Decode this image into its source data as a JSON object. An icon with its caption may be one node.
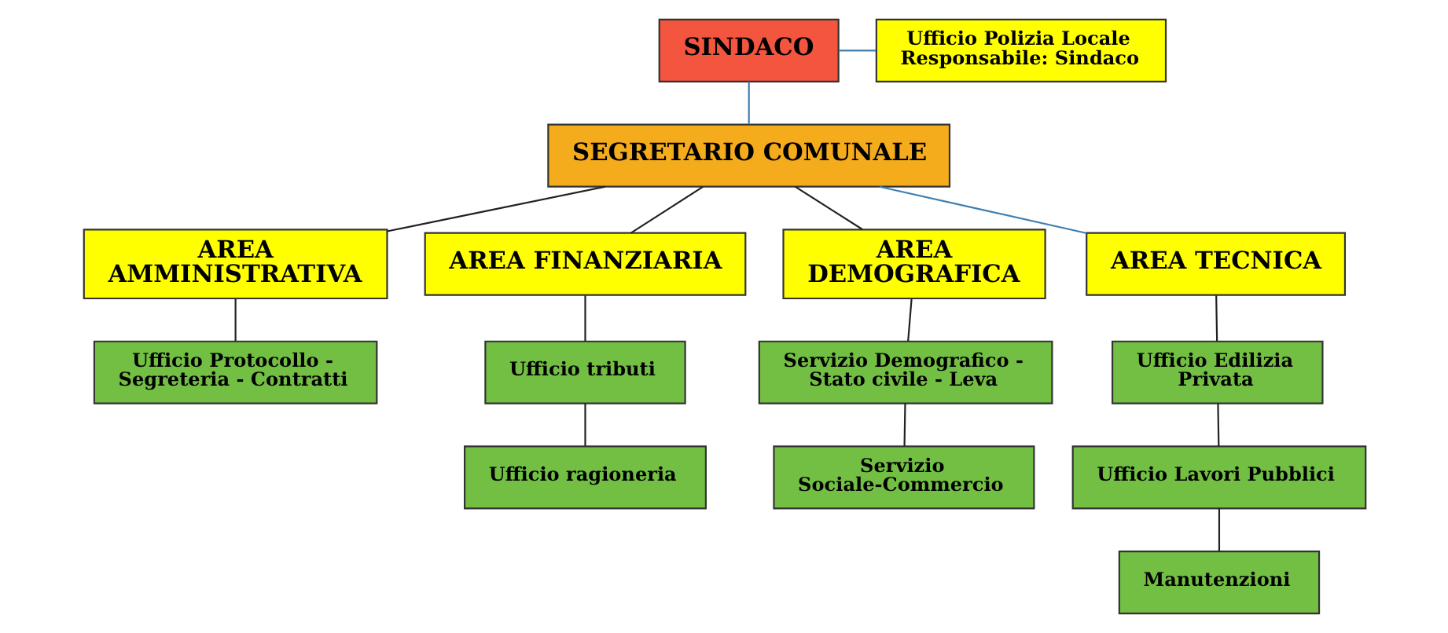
{
  "diagram": {
    "nodes": [
      {
        "text": [
          "SINDACO"
        ]
      },
      {
        "text": [
          "Ufficio Polizia Locale",
          "Responsabile: Sindaco"
        ]
      },
      {
        "text": [
          "SEGRETARIO COMUNALE"
        ]
      },
      {
        "text": [
          "AREA AMMINISTRATIVA"
        ]
      },
      {
        "text": [
          "AREA FINANZIARIA"
        ]
      },
      {
        "text": [
          "AREA DEMOGRAFICA"
        ]
      },
      {
        "text": [
          "AREA TECNICA"
        ]
      },
      {
        "text": [
          "Ufficio Protocollo - Segreteria - Contratti"
        ]
      },
      {
        "text": [
          "Ufficio tributi"
        ]
      },
      {
        "text": [
          "Servizio Demografico - Stato civile - Leva"
        ]
      },
      {
        "text": [
          "Ufficio Edilizia Privata"
        ]
      },
      {
        "text": [
          "Ufficio ragioneria"
        ]
      },
      {
        "text": [
          "Servizio Sociale-Commercio"
        ]
      },
      {
        "text": [
          "Ufficio Lavori Pubblici"
        ]
      },
      {
        "text": [
          "Manutenzioni"
        ]
      }
    ],
    "edges": [
      {
        "from": 0,
        "to": 1,
        "arrow": "none",
        "color": "#3f7fb0"
      },
      {
        "from": 0,
        "to": 2,
        "arrow": "none",
        "color": "#3f7fb0"
      },
      {
        "from": 2,
        "to": 3,
        "arrow": "none"
      },
      {
        "from": 2,
        "to": 4,
        "arrow": "none"
      },
      {
        "from": 2,
        "to": 5,
        "arrow": "none"
      },
      {
        "from": 2,
        "to": 6,
        "arrow": "none",
        "color": "#3f7fb0"
      },
      {
        "from": 3,
        "to": 7,
        "arrow": "none"
      },
      {
        "from": 4,
        "to": 8,
        "arrow": "none"
      },
      {
        "from": 8,
        "to": 11,
        "arrow": "none"
      },
      {
        "from": 5,
        "to": 9,
        "arrow": "none"
      },
      {
        "from": 9,
        "to": 12,
        "arrow": "none"
      },
      {
        "from": 6,
        "to": 10,
        "arrow": "none"
      },
      {
        "from": 10,
        "to": 13,
        "arrow": "none"
      },
      {
        "from": 13,
        "to": 14,
        "arrow": "none"
      }
    ]
  }
}
